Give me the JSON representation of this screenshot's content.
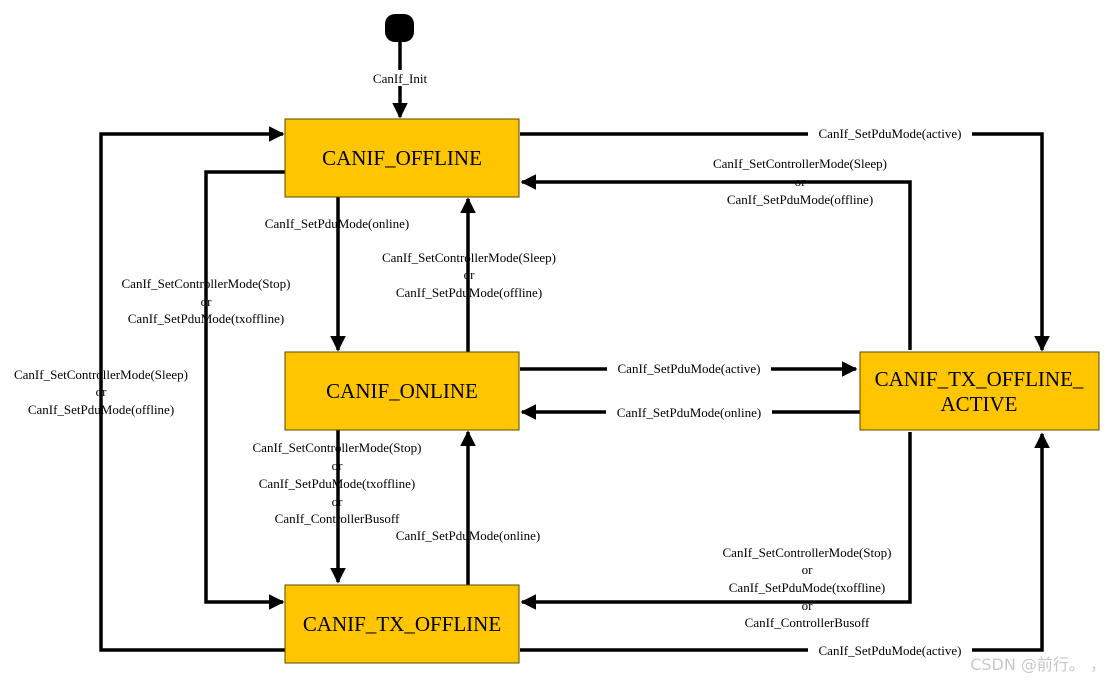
{
  "states": {
    "offline": "CANIF_OFFLINE",
    "online": "CANIF_ONLINE",
    "tx_offline": "CANIF_TX_OFFLINE",
    "tx_offline_active_line1": "CANIF_TX_OFFLINE_",
    "tx_offline_active_line2": "ACTIVE"
  },
  "transitions": {
    "init": "CanIf_Init",
    "offline_to_txactive": "CanIf_SetPduMode(active)",
    "txactive_to_offline": [
      "CanIf_SetControllerMode(Sleep)",
      "or",
      "CanIf_SetPduMode(offline)"
    ],
    "offline_to_online": "CanIf_SetPduMode(online)",
    "online_to_offline": [
      "CanIf_SetControllerMode(Sleep)",
      "or",
      "CanIf_SetPduMode(offline)"
    ],
    "offline_to_txoffline": [
      "CanIf_SetControllerMode(Stop)",
      "or",
      "CanIf_SetPduMode(txoffline)"
    ],
    "txoffline_to_offline": [
      "CanIf_SetControllerMode(Sleep)",
      "or",
      "CanIf_SetPduMode(offline)"
    ],
    "online_to_txactive": "CanIf_SetPduMode(active)",
    "txactive_to_online": "CanIf_SetPduMode(online)",
    "online_to_txoffline": [
      "CanIf_SetControllerMode(Stop)",
      "or",
      "CanIf_SetPduMode(txoffline)",
      "or",
      "CanIf_ControllerBusoff"
    ],
    "txoffline_to_online": "CanIf_SetPduMode(online)",
    "txactive_to_txoffline": [
      "CanIf_SetControllerMode(Stop)",
      "or",
      "CanIf_SetPduMode(txoffline)",
      "or",
      "CanIf_ControllerBusoff"
    ],
    "txoffline_to_txactive": "CanIf_SetPduMode(active)"
  },
  "watermark": "CSDN @前行。 ，",
  "colors": {
    "state_fill": "#FFC600",
    "line": "#000000"
  }
}
